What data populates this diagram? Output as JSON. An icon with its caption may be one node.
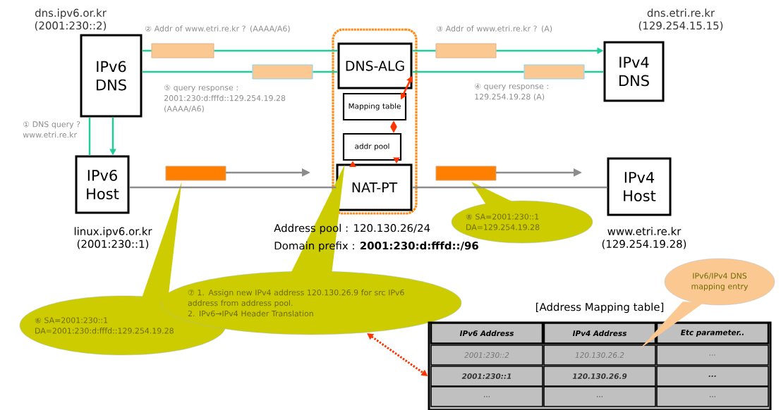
{
  "diagram": {
    "nodes": [
      {
        "text": [
          "IPv6 DNS"
        ],
        "beside": [
          "dns.ipv6.or.kr (2001:230::2)"
        ]
      },
      {
        "text": [],
        "shape": "box"
      },
      {
        "text": [
          "DNS-ALG"
        ],
        "in": 1
      },
      {
        "text": [
          "Mapping table"
        ],
        "in": 1
      },
      {
        "text": [
          "addr pool"
        ],
        "in": 1
      },
      {
        "text": [
          "NAT-PT"
        ],
        "in": 1
      },
      {
        "text": [
          "IPv4 DNS"
        ],
        "beside": [
          "dns.etri.re.kr (129.254.15.15)"
        ]
      },
      {
        "text": [
          "IPv6 Host"
        ]
      },
      {
        "text": [
          "IPv4 Host"
        ]
      },
      {
        "text": [
          "⑥ SA=2001:230::1 DA=2001:230:d:fffd::129.254.19.28"
        ]
      },
      {
        "text": [
          "⑦ 1. Assign new IPv4 address 120.130.26.9 for src IPv6 address from address pool.",
          "2. IPv6→IPv4 Header Translation"
        ]
      },
      {
        "text": [
          "⑧ SA=2001:230::1 DA=129.254.19.28"
        ]
      },
      {
        "text": [
          "IPv6/IPv4 DNS mapping entry"
        ]
      },
      {
        "text": [],
        "shape": "box"
      },
      {
        "text": [],
        "shape": "box"
      },
      {
        "text": [],
        "shape": "box"
      },
      {
        "text": [],
        "shape": "box"
      },
      {
        "text": [],
        "shape": "box"
      },
      {
        "text": [],
        "shape": "box"
      },
      {
        "text": [],
        "shape": "box"
      }
    ],
    "edges": [
      {
        "from": 7,
        "to": 0,
        "arrow": "none",
        "label": "① DNS query ? www.etri.re.kr",
        "color": "#20cc99"
      },
      {
        "from": 0,
        "to": 14,
        "arrow": "none",
        "color": "#20cc99"
      },
      {
        "from": 14,
        "to": 2,
        "arrow": "none",
        "label": "② Addr of www.etri.re.kr ? (AAAA/A6)",
        "color": "#20cc99"
      },
      {
        "from": 2,
        "to": 16,
        "arrow": "none",
        "color": "#20cc99"
      },
      {
        "from": 16,
        "to": 6,
        "arrow": "to",
        "label": "③ Addr of www.etri.re.kr ? (A)",
        "color": "#20cc99"
      },
      {
        "from": 6,
        "to": 17,
        "arrow": "none",
        "color": "#20cc99"
      },
      {
        "from": 17,
        "to": 2,
        "arrow": "none",
        "label": "④ query response : 129.254.19.28 (A)",
        "color": "#20cc99"
      },
      {
        "from": 2,
        "to": 15,
        "arrow": "none",
        "color": "#20cc99"
      },
      {
        "from": 15,
        "to": 0,
        "arrow": "none",
        "label": "⑤ query response : 2001:230:d:fffd::129.254.19.28 (AAAA/A6)",
        "color": "#20cc99"
      },
      {
        "from": 0,
        "to": 7,
        "arrow": "to",
        "color": "#20cc99"
      },
      {
        "from": 7,
        "to": 5,
        "arrow": "none",
        "color": "#8c8c8c"
      },
      {
        "from": 5,
        "to": 8,
        "arrow": "none",
        "color": "#8c8c8c"
      },
      {
        "from": 2,
        "to": 3,
        "arrow": "both",
        "color": "#ff3300"
      },
      {
        "from": 3,
        "to": 4,
        "arrow": "both",
        "color": "#ff3300"
      },
      {
        "from": 5,
        "to": 4,
        "arrow": "to",
        "color": "#ff3300"
      },
      {
        "from": 4,
        "to": 5,
        "arrow": "to",
        "color": "#ff3300"
      },
      {
        "from": 10,
        "to": 13,
        "arrow": "both",
        "style": "dashed",
        "color": "#ff3300"
      },
      {
        "from": 9,
        "to": 18,
        "arrow": "none",
        "color": "#cccc00"
      },
      {
        "from": 10,
        "to": 5,
        "arrow": "none",
        "color": "#cccc00"
      },
      {
        "from": 11,
        "to": 19,
        "arrow": "none",
        "color": "#cccc00"
      },
      {
        "from": 12,
        "to": 13,
        "arrow": "none",
        "color": "#fbc891"
      }
    ],
    "labels": [
      "linux.ipv6.or.kr (2001:230::1)",
      "www.etri.re.kr (129.254.19.28)",
      "Address pool : 120.130.26/24",
      "Domain prefix : **2001:230:d:fffd::/96**",
      "[Address Mapping table]",
      "IPv6 Address",
      "IPv4 Address",
      "Etc parameter..",
      "2001:230::2",
      "120.130.26.2",
      "...",
      "2001:230::1",
      "120.130.26.9",
      "...",
      "...",
      "...",
      "..."
    ]
  }
}
